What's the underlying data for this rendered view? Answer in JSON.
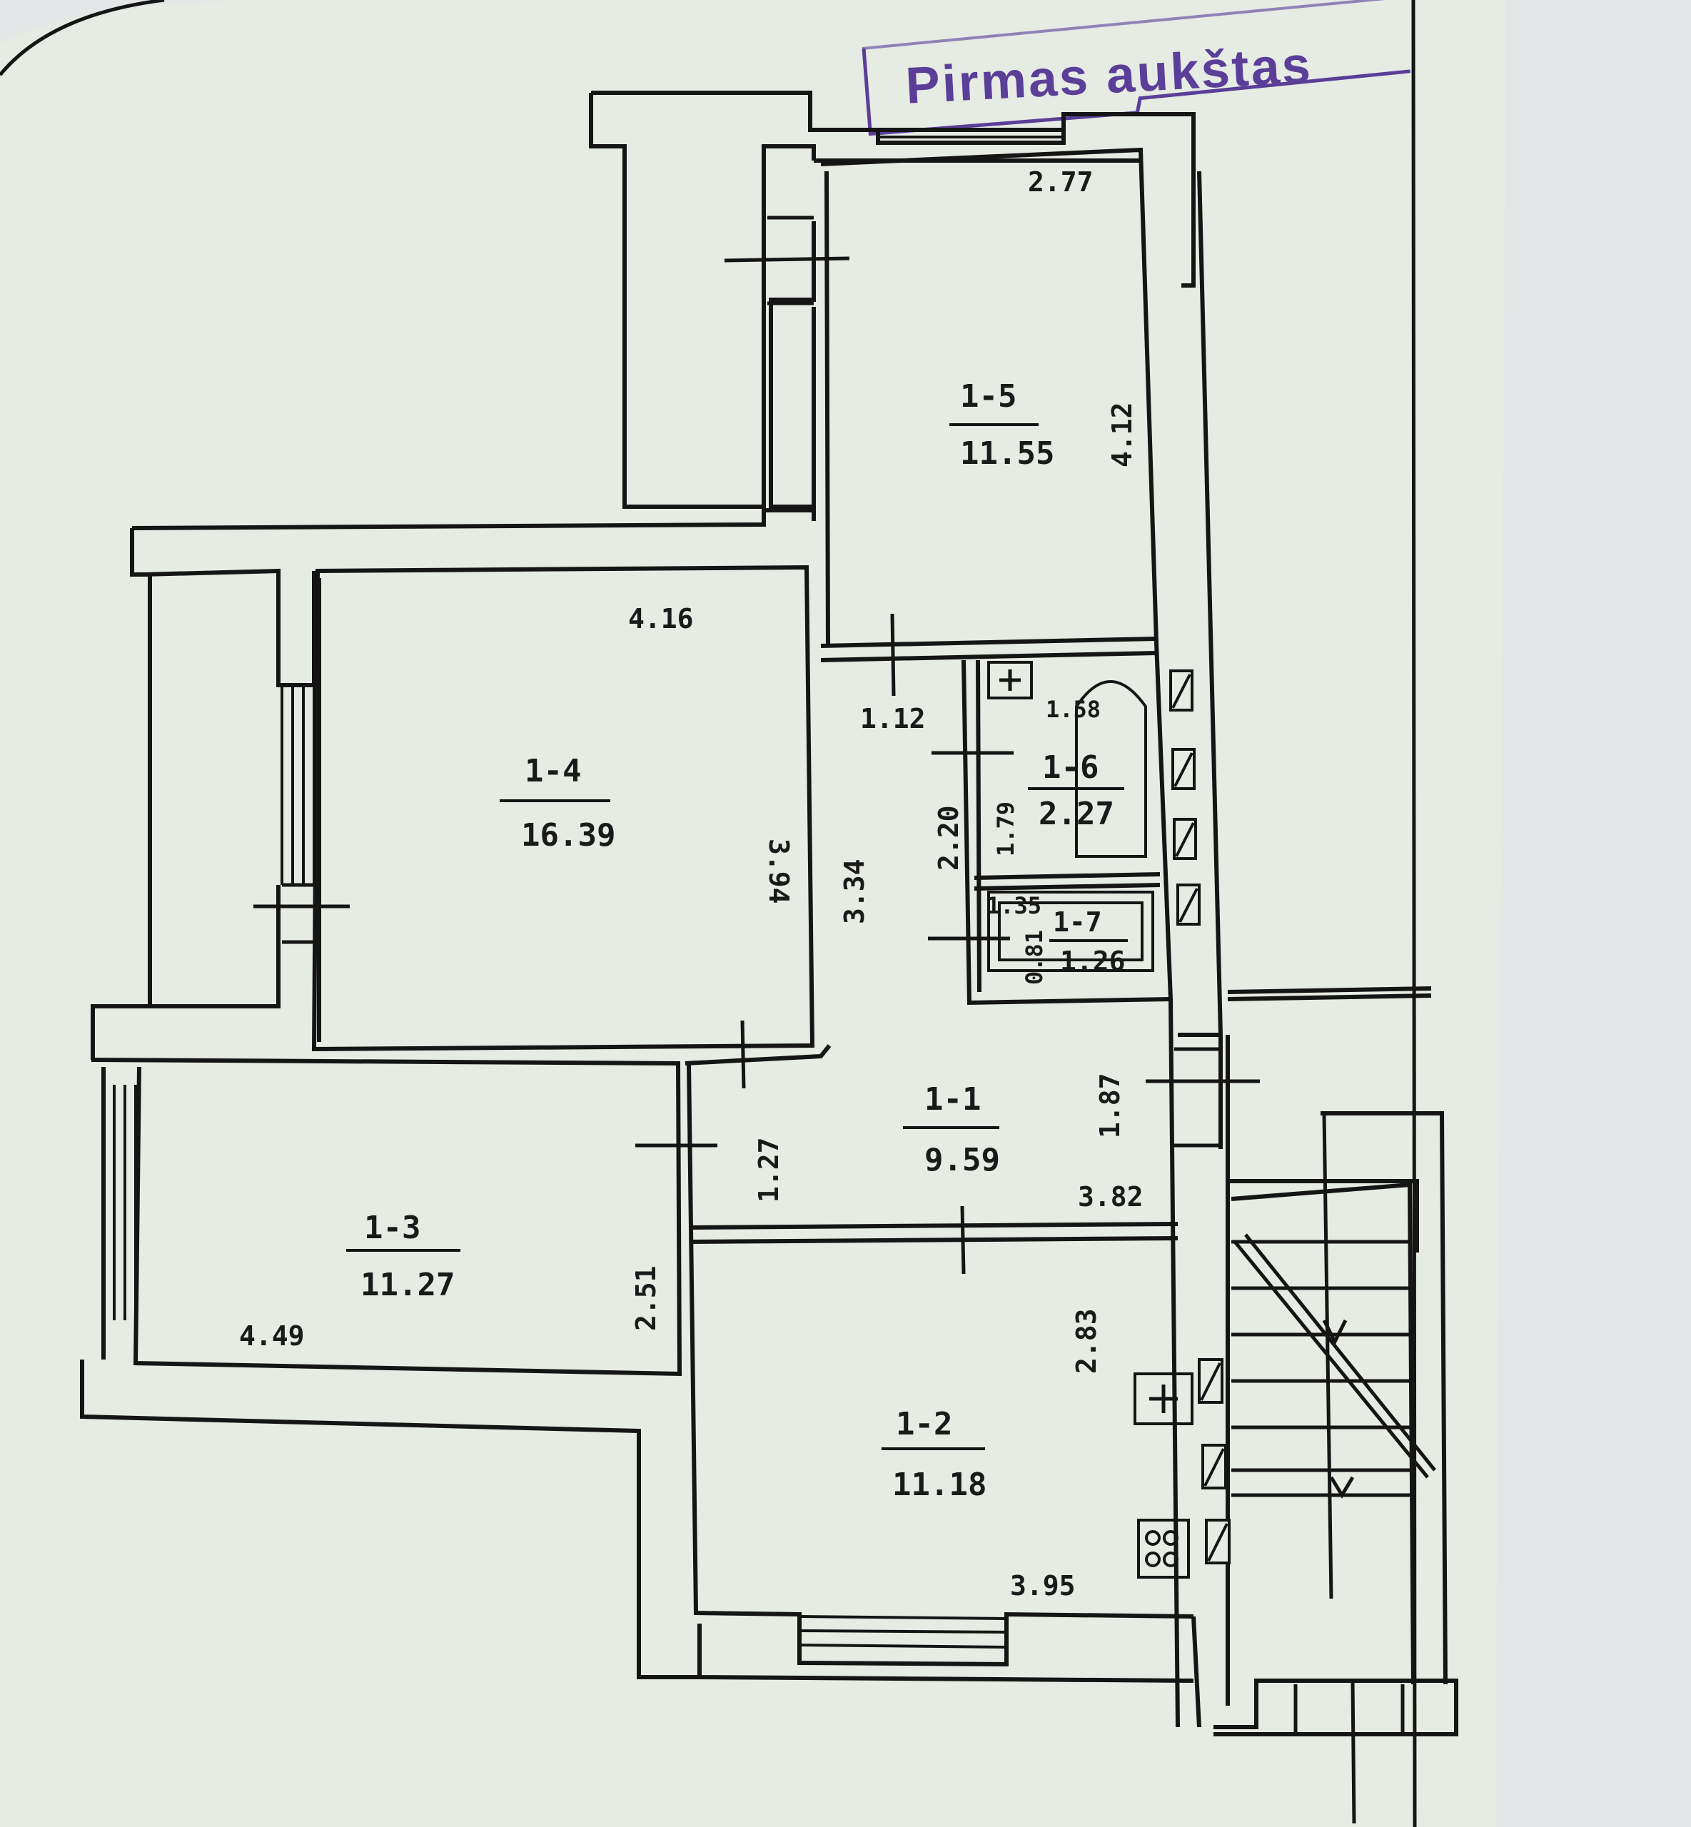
{
  "stamp": {
    "text": "Pirmas aukštas",
    "color": "#5a3e98"
  },
  "paper": {
    "background": "#e6ebe3",
    "ink": "#151515"
  },
  "rooms": [
    {
      "id": "1-1",
      "number": "1-1",
      "area": "9.59"
    },
    {
      "id": "1-2",
      "number": "1-2",
      "area": "11.18"
    },
    {
      "id": "1-3",
      "number": "1-3",
      "area": "11.27"
    },
    {
      "id": "1-4",
      "number": "1-4",
      "area": "16.39"
    },
    {
      "id": "1-5",
      "number": "1-5",
      "area": "11.55"
    },
    {
      "id": "1-6",
      "number": "1-6",
      "area": "2.27"
    },
    {
      "id": "1-7",
      "number": "1-7",
      "area": "1.26"
    }
  ],
  "dimensions": {
    "d_277": "2.77",
    "d_412": "4.12",
    "d_416": "4.16",
    "d_394": "3.94",
    "d_112": "1.12",
    "d_158": "1.58",
    "d_220": "2.20",
    "d_179": "1.79",
    "d_334": "3.34",
    "d_135": "1.35",
    "d_081": "0.81",
    "d_187": "1.87",
    "d_127": "1.27",
    "d_382": "3.82",
    "d_251": "2.51",
    "d_449": "4.49",
    "d_283": "2.83",
    "d_395": "3.95"
  }
}
